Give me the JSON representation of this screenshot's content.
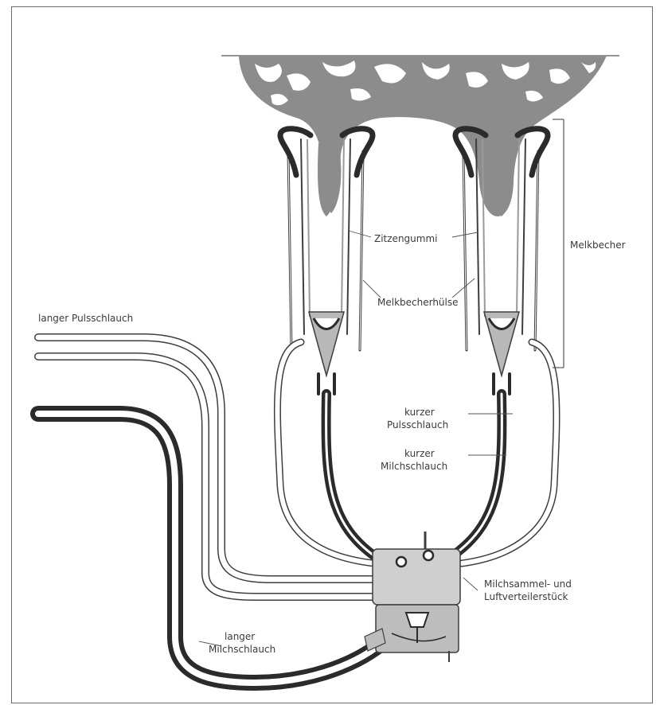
{
  "labels": {
    "langer_puls": "langer Pulsschlauch",
    "zitzengummi": "Zitzengummi",
    "melkbecher": "Melkbecher",
    "melkbecherhuelse": "Melkbecherhülse",
    "kurzer_puls_1": "kurzer",
    "kurzer_puls_2": "Pulsschlauch",
    "kurzer_milch_1": "kurzer",
    "kurzer_milch_2": "Milchschlauch",
    "sammel_1": "Milchsammel- und",
    "sammel_2": "Luftverteilerstück",
    "langer_milch_1": "langer",
    "langer_milch_2": "Milchschlauch"
  },
  "colors": {
    "hose_dark": "#2b2b2b",
    "udder": "#8c8c8c",
    "claw": "#cfcfcf",
    "liner": "#9a9a9a"
  }
}
